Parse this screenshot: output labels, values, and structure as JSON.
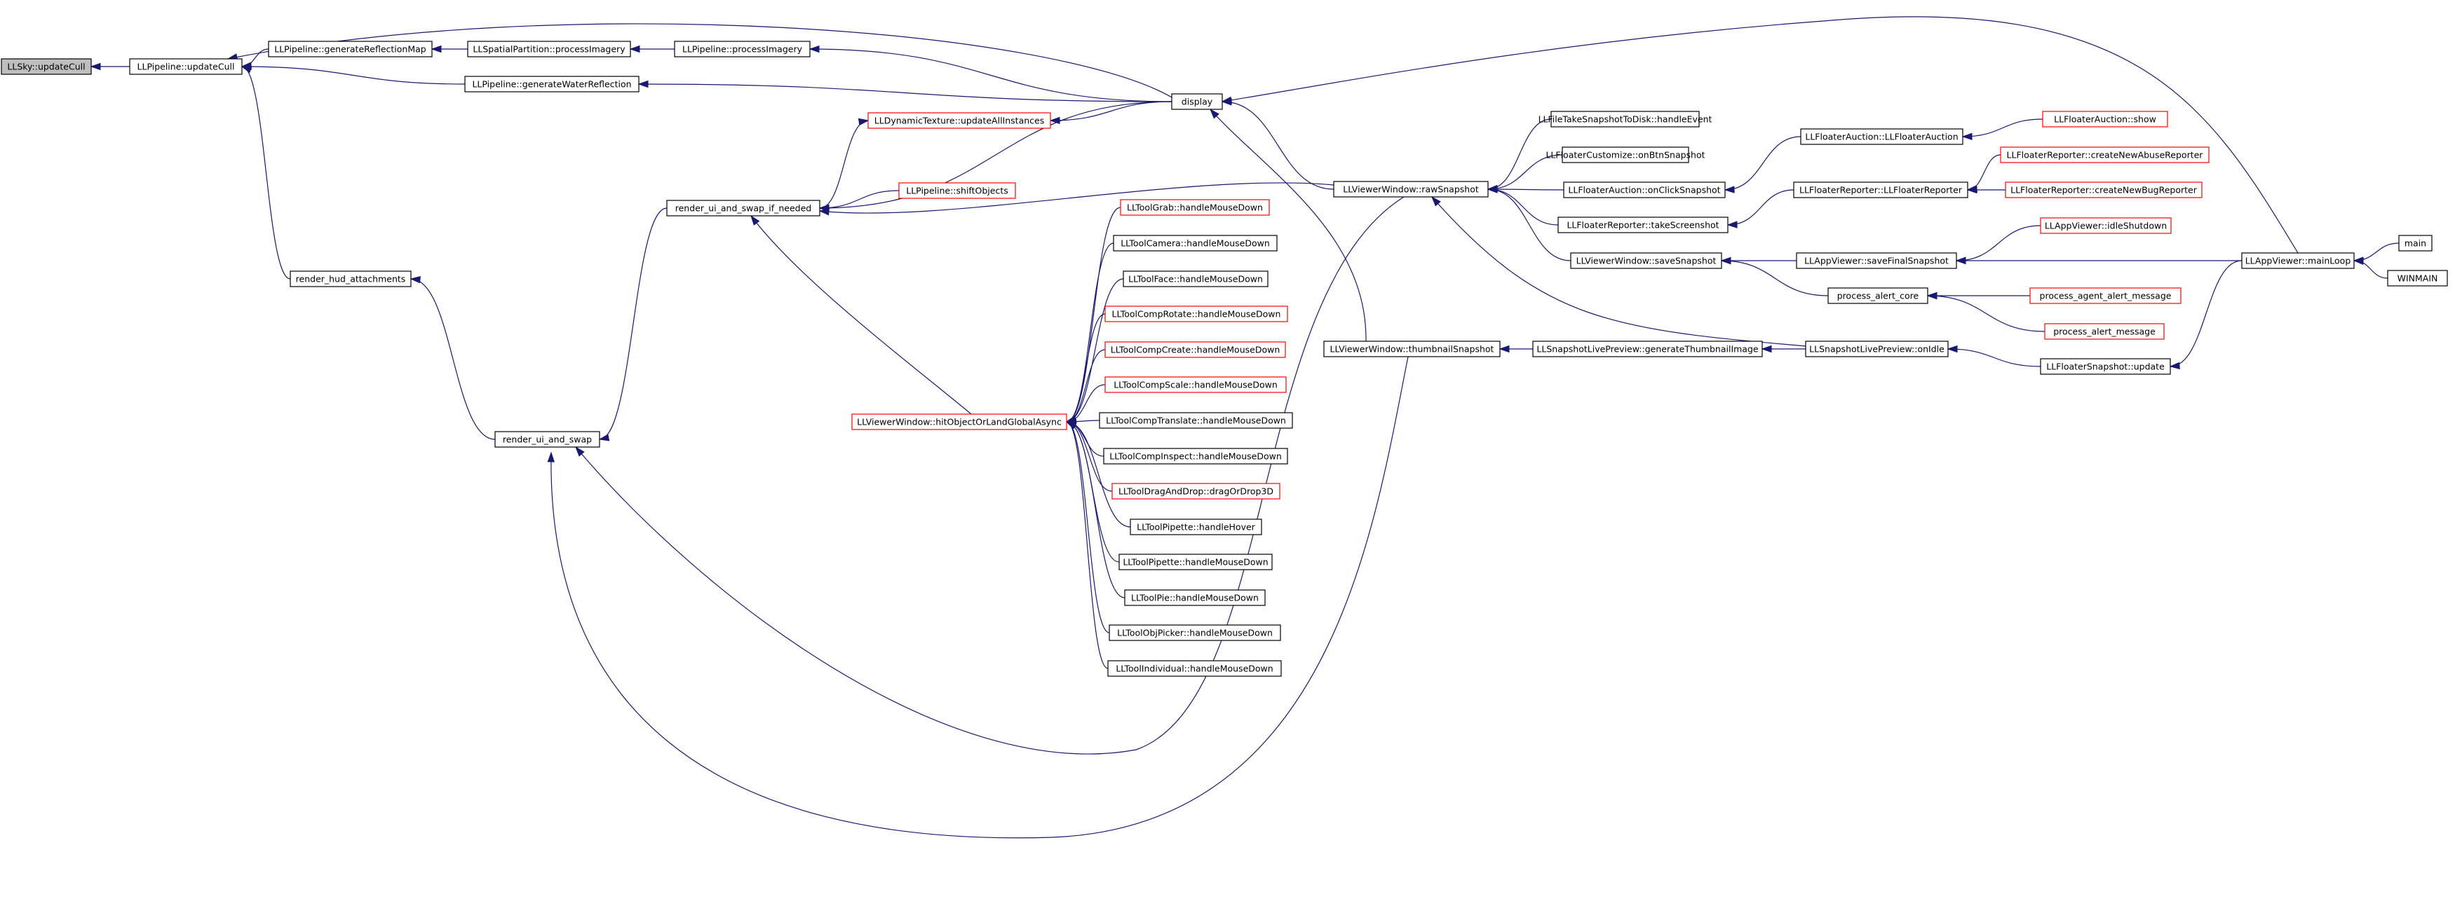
{
  "colors": {
    "edge": "#191970",
    "box_border": "#000000",
    "box_border_truncated": "#ff0000",
    "root_fill": "#bfbfbf",
    "box_fill": "#ffffff",
    "text": "#000000"
  },
  "nodes": [
    {
      "id": "n0",
      "label": "LLSky::updateCull",
      "root": true
    },
    {
      "id": "n1",
      "label": "LLPipeline::updateCull"
    },
    {
      "id": "n2",
      "label": "LLPipeline::generateReflectionMap"
    },
    {
      "id": "n3",
      "label": "LLSpatialPartition::processImagery"
    },
    {
      "id": "n4",
      "label": "LLPipeline::processImagery"
    },
    {
      "id": "n5",
      "label": "LLPipeline::generateWaterReflection"
    },
    {
      "id": "n6",
      "label": "display"
    },
    {
      "id": "n7",
      "label": "LLDynamicTexture::updateAllInstances",
      "truncated": true
    },
    {
      "id": "n8",
      "label": "render_ui_and_swap_if_needed"
    },
    {
      "id": "n9",
      "label": "LLPipeline::shiftObjects",
      "truncated": true
    },
    {
      "id": "n10",
      "label": "render_hud_attachments"
    },
    {
      "id": "n11",
      "label": "render_ui_and_swap"
    },
    {
      "id": "n12",
      "label": "LLViewerWindow::hitObjectOrLandGlobalAsync",
      "truncated": true
    },
    {
      "id": "n13",
      "label": "LLToolGrab::handleMouseDown",
      "truncated": true
    },
    {
      "id": "n14",
      "label": "LLToolCamera::handleMouseDown"
    },
    {
      "id": "n15",
      "label": "LLToolFace::handleMouseDown"
    },
    {
      "id": "n16",
      "label": "LLToolCompRotate::handleMouseDown",
      "truncated": true
    },
    {
      "id": "n17",
      "label": "LLToolCompCreate::handleMouseDown",
      "truncated": true
    },
    {
      "id": "n18",
      "label": "LLToolCompScale::handleMouseDown",
      "truncated": true
    },
    {
      "id": "n19",
      "label": "LLToolCompTranslate::handleMouseDown"
    },
    {
      "id": "n20",
      "label": "LLToolCompInspect::handleMouseDown"
    },
    {
      "id": "n21",
      "label": "LLToolDragAndDrop::dragOrDrop3D",
      "truncated": true
    },
    {
      "id": "n22",
      "label": "LLToolPipette::handleHover"
    },
    {
      "id": "n23",
      "label": "LLToolPipette::handleMouseDown"
    },
    {
      "id": "n24",
      "label": "LLToolPie::handleMouseDown"
    },
    {
      "id": "n25",
      "label": "LLToolObjPicker::handleMouseDown"
    },
    {
      "id": "n26",
      "label": "LLToolIndividual::handleMouseDown"
    },
    {
      "id": "n27",
      "label": "LLViewerWindow::rawSnapshot"
    },
    {
      "id": "n28",
      "label": "LLViewerWindow::thumbnailSnapshot"
    },
    {
      "id": "n29",
      "label": "LLFileTakeSnapshotToDisk::handleEvent"
    },
    {
      "id": "n30",
      "label": "LLFloaterCustomize::onBtnSnapshot"
    },
    {
      "id": "n31",
      "label": "LLFloaterAuction::onClickSnapshot"
    },
    {
      "id": "n32",
      "label": "LLFloaterReporter::takeScreenshot"
    },
    {
      "id": "n33",
      "label": "LLViewerWindow::saveSnapshot"
    },
    {
      "id": "n34",
      "label": "LLSnapshotLivePreview::generateThumbnailImage"
    },
    {
      "id": "n35",
      "label": "LLFloaterAuction::LLFloaterAuction"
    },
    {
      "id": "n36",
      "label": "LLFloaterReporter::LLFloaterReporter"
    },
    {
      "id": "n37",
      "label": "LLAppViewer::saveFinalSnapshot"
    },
    {
      "id": "n38",
      "label": "process_alert_core"
    },
    {
      "id": "n39",
      "label": "LLSnapshotLivePreview::onIdle"
    },
    {
      "id": "n40",
      "label": "LLFloaterAuction::show",
      "truncated": true
    },
    {
      "id": "n41",
      "label": "LLFloaterReporter::createNewAbuseReporter",
      "truncated": true
    },
    {
      "id": "n42",
      "label": "LLFloaterReporter::createNewBugReporter",
      "truncated": true
    },
    {
      "id": "n43",
      "label": "LLAppViewer::idleShutdown",
      "truncated": true
    },
    {
      "id": "n44",
      "label": "process_agent_alert_message",
      "truncated": true
    },
    {
      "id": "n45",
      "label": "process_alert_message",
      "truncated": true
    },
    {
      "id": "n46",
      "label": "LLFloaterSnapshot::update"
    },
    {
      "id": "n47",
      "label": "LLAppViewer::mainLoop"
    },
    {
      "id": "n48",
      "label": "main"
    },
    {
      "id": "n49",
      "label": "WINMAIN"
    }
  ],
  "edges": [
    [
      "n1",
      "n0"
    ],
    [
      "n2",
      "n1"
    ],
    [
      "n5",
      "n1"
    ],
    [
      "n6",
      "n1"
    ],
    [
      "n10",
      "n1"
    ],
    [
      "n3",
      "n2"
    ],
    [
      "n4",
      "n3"
    ],
    [
      "n6",
      "n4"
    ],
    [
      "n6",
      "n5"
    ],
    [
      "n6",
      "n7"
    ],
    [
      "n8",
      "n7"
    ],
    [
      "n6",
      "n8"
    ],
    [
      "n9",
      "n8"
    ],
    [
      "n27",
      "n8"
    ],
    [
      "n8",
      "n11"
    ],
    [
      "n11",
      "n10"
    ],
    [
      "n27",
      "n11"
    ],
    [
      "n28",
      "n11"
    ],
    [
      "n12",
      "n8"
    ],
    [
      "n13",
      "n12"
    ],
    [
      "n14",
      "n12"
    ],
    [
      "n15",
      "n12"
    ],
    [
      "n16",
      "n12"
    ],
    [
      "n17",
      "n12"
    ],
    [
      "n18",
      "n12"
    ],
    [
      "n19",
      "n12"
    ],
    [
      "n20",
      "n12"
    ],
    [
      "n21",
      "n12"
    ],
    [
      "n22",
      "n12"
    ],
    [
      "n23",
      "n12"
    ],
    [
      "n24",
      "n12"
    ],
    [
      "n25",
      "n12"
    ],
    [
      "n26",
      "n12"
    ],
    [
      "n27",
      "n6"
    ],
    [
      "n28",
      "n6"
    ],
    [
      "n47",
      "n6"
    ],
    [
      "n29",
      "n27"
    ],
    [
      "n30",
      "n27"
    ],
    [
      "n31",
      "n27"
    ],
    [
      "n32",
      "n27"
    ],
    [
      "n33",
      "n27"
    ],
    [
      "n39",
      "n27"
    ],
    [
      "n34",
      "n28"
    ],
    [
      "n35",
      "n31"
    ],
    [
      "n36",
      "n32"
    ],
    [
      "n37",
      "n33"
    ],
    [
      "n38",
      "n33"
    ],
    [
      "n39",
      "n34"
    ],
    [
      "n40",
      "n35"
    ],
    [
      "n41",
      "n36"
    ],
    [
      "n42",
      "n36"
    ],
    [
      "n43",
      "n37"
    ],
    [
      "n47",
      "n37"
    ],
    [
      "n44",
      "n38"
    ],
    [
      "n45",
      "n38"
    ],
    [
      "n46",
      "n39"
    ],
    [
      "n47",
      "n46"
    ],
    [
      "n48",
      "n47"
    ],
    [
      "n49",
      "n47"
    ]
  ]
}
